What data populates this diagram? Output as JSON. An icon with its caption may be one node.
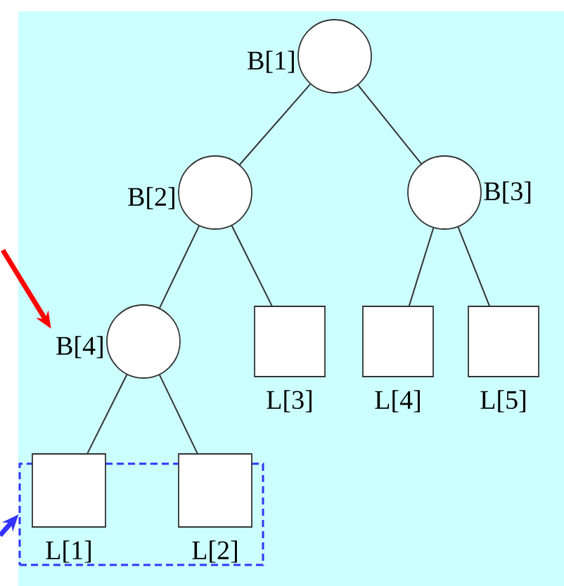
{
  "diagram": {
    "nodes": [
      {
        "text": [],
        "shape": "circle",
        "beside": [
          "B[1]"
        ]
      },
      {
        "text": [],
        "shape": "circle",
        "beside": [
          "B[2]"
        ]
      },
      {
        "text": [],
        "shape": "circle",
        "beside": [
          "B[3]"
        ]
      },
      {
        "text": [],
        "shape": "circle",
        "beside": [
          "B[4]"
        ]
      },
      {
        "text": [],
        "shape": "box",
        "beside": [
          "L[3]"
        ]
      },
      {
        "text": [],
        "shape": "box",
        "beside": [
          "L[4]"
        ]
      },
      {
        "text": [],
        "shape": "box",
        "beside": [
          "L[5]"
        ]
      },
      {
        "text": [],
        "shape": "box"
      },
      {
        "text": [],
        "shape": "box",
        "beside": [
          "L[1]"
        ]
      },
      {
        "text": [],
        "shape": "box",
        "beside": [
          "L[2]"
        ]
      }
    ],
    "edges": [
      {
        "from": 0,
        "to": 1,
        "arrow": "none"
      },
      {
        "from": 0,
        "to": 2,
        "arrow": "none"
      },
      {
        "from": 1,
        "to": 3,
        "arrow": "none"
      },
      {
        "from": 1,
        "to": 4,
        "arrow": "none"
      },
      {
        "from": 2,
        "to": 5,
        "arrow": "none"
      },
      {
        "from": 2,
        "to": 6,
        "arrow": "none"
      },
      {
        "from": 3,
        "to": 8,
        "arrow": "none"
      },
      {
        "from": 3,
        "to": 9,
        "arrow": "none"
      },
      {
        "from": null,
        "to": 3,
        "arrow": "to",
        "style": "thick",
        "color": "#ff0000"
      },
      {
        "from": null,
        "to": 7,
        "arrow": "to",
        "style": "thick",
        "color": "#3333ff"
      }
    ]
  }
}
